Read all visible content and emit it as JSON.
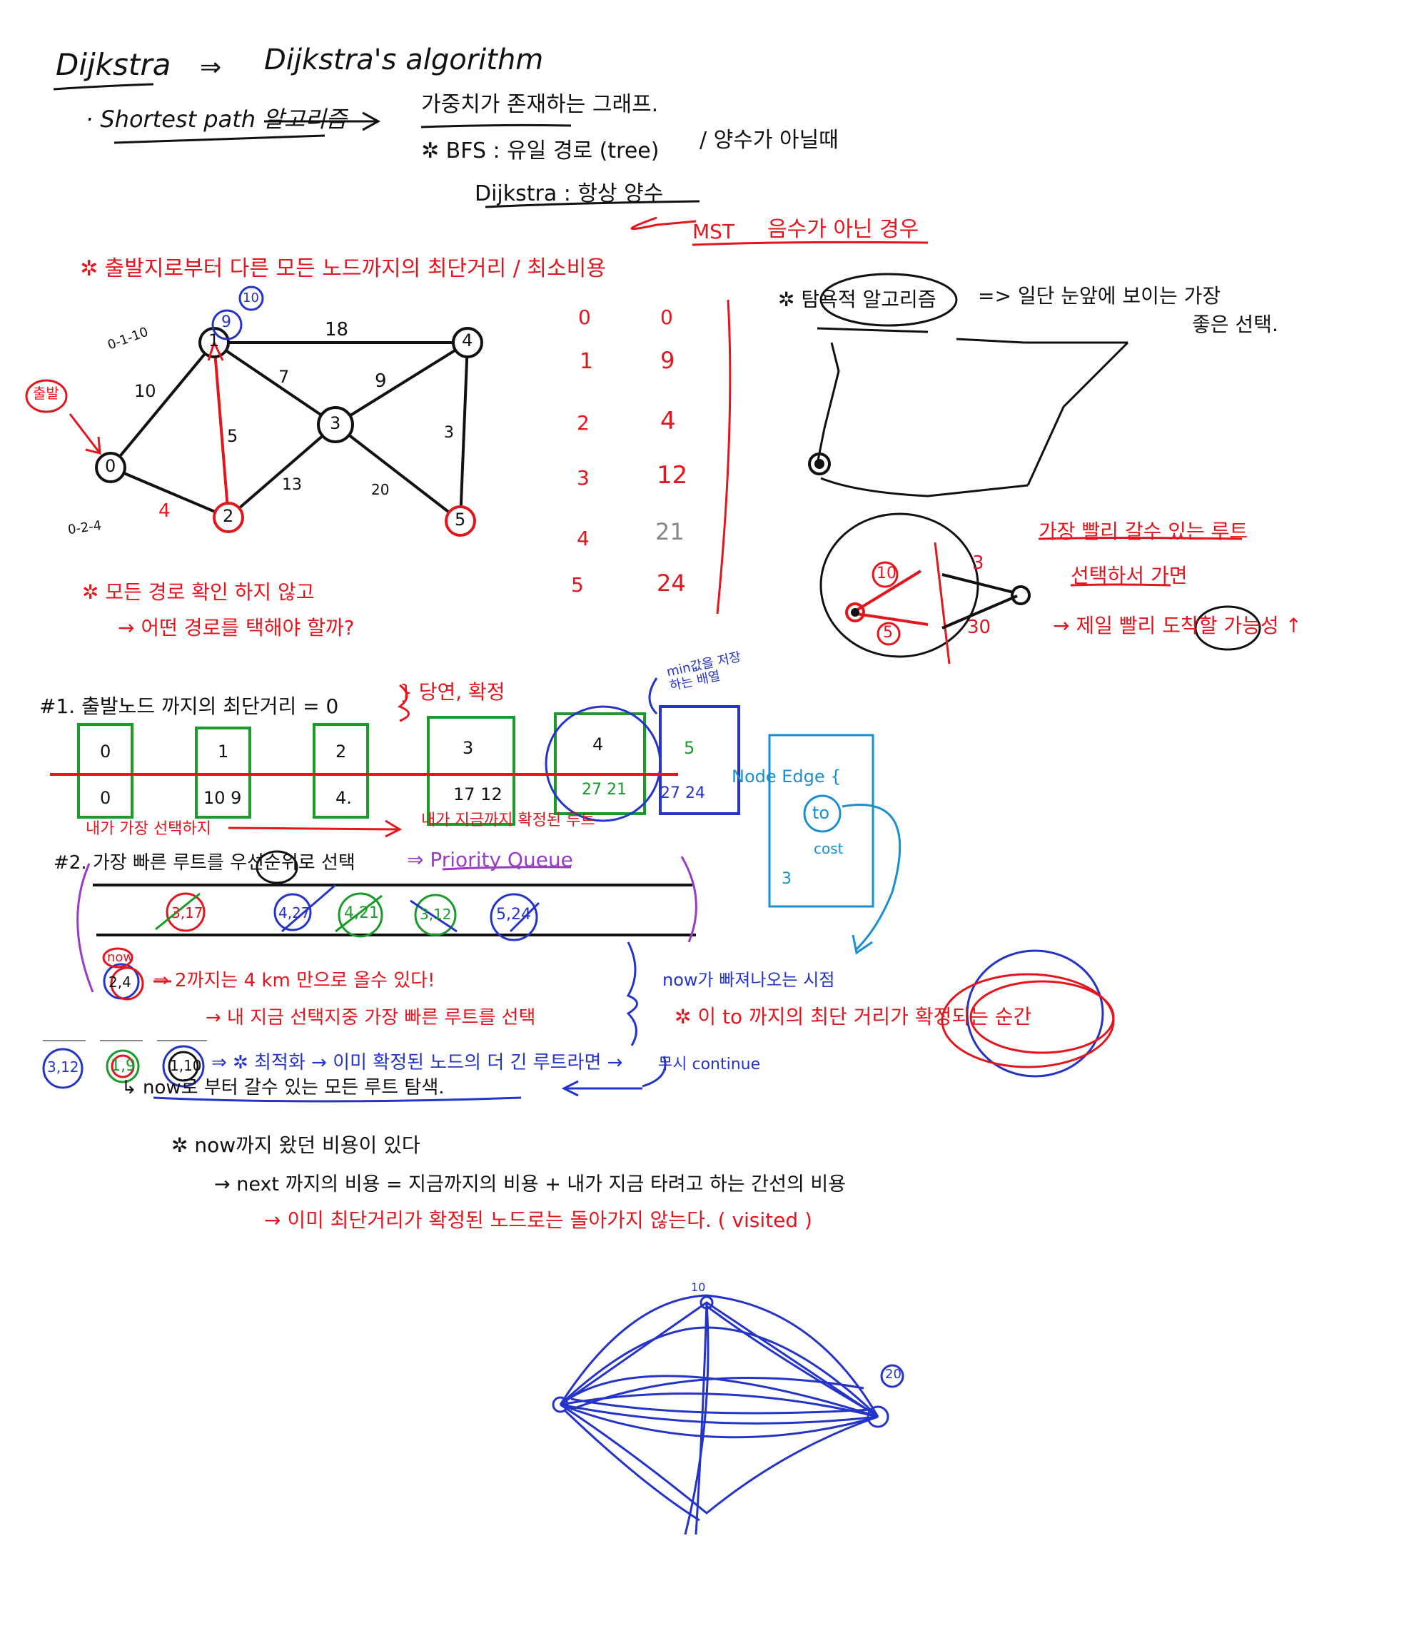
{
  "header": {
    "title": "Dijkstra",
    "arrow": "⇒",
    "subtitle": "Dijkstra's algorithm",
    "line1": "· Shortest path 알고리즘",
    "line1_target": "가중치가 존재하는 그래프.",
    "bfs": "✲ BFS : 유일 경로 (tree)",
    "bfs_right": "/ 양수가 아닐때",
    "dijkstra_line": "Dijkstra : 항상 양수",
    "mst": "MST",
    "mst_note": "음수가 아닌 경우"
  },
  "section_red": {
    "title": "✲ 출발지로부터 다른 모든 노드까지의 최단거리 / 최소비용",
    "note1": "✲ 모든 경로 확인 하지 않고",
    "note2": "→ 어떤 경로를 택해야 할까?"
  },
  "graph": {
    "start_label": "출발",
    "nodes": [
      "0",
      "1",
      "2",
      "3",
      "4",
      "5"
    ],
    "edges": [
      "10",
      "5",
      "18",
      "7",
      "9",
      "13",
      "20",
      "3"
    ],
    "annotations": {
      "n1_top": "9",
      "n1_circle": "10",
      "n2_note": "4",
      "path_010": "0-1-10",
      "path_024": "0-2-4"
    }
  },
  "distances": [
    {
      "node": "0",
      "dist": "0"
    },
    {
      "node": "1",
      "dist": "9"
    },
    {
      "node": "2",
      "dist": "4"
    },
    {
      "node": "3",
      "dist": "12"
    },
    {
      "node": "4",
      "dist": "21"
    },
    {
      "node": "5",
      "dist": "24"
    }
  ],
  "greedy": {
    "label": "✲ 탐욕적 알고리즘",
    "desc1": "=> 일단 눈앞에 보이는 가장",
    "desc2": "좋은 선택.",
    "fast_note1": "가장 빨리 갈수 있는 루트",
    "fast_note2": "선택하서 가면",
    "fast_note3": "→ 제일 빨리 도착할 가능성 ↑",
    "small_graph": [
      "10",
      "3",
      "5",
      "30"
    ]
  },
  "step1": {
    "label": "#1. 출발노드 까지의 최단거리 = 0",
    "bracket_note": "} 당연, 확정",
    "boxes": [
      {
        "node": "0",
        "dist": "0"
      },
      {
        "node": "1",
        "dist": "10 9"
      },
      {
        "node": "2",
        "dist": "4."
      },
      {
        "node": "3",
        "dist": "17 12"
      },
      {
        "node": "4",
        "dist": "27 21"
      },
      {
        "node": "5",
        "dist": "27 24"
      }
    ],
    "min_note": "min값을 저장하는 배열",
    "under_note_left": "내가 가장 선택하지",
    "under_note_right": "내가 지금까지 확정된 루트"
  },
  "edge_box": {
    "title": "Node  Edge {",
    "to": "to",
    "cost": "cost",
    "end": "3"
  },
  "step2": {
    "label": "#2. 가장 빠른 루트를 우선순위로 선택",
    "pq": "⇒ Priority Queue",
    "queue_items": [
      "3,17",
      "4,27",
      "4,21",
      "3,12",
      "5,24"
    ],
    "now_label": "now",
    "now_value": "2,4",
    "now_note1": "⇒ 2까지는 4 km 만으로 올수 있다!",
    "now_note2": "→ 내 지금 선택지중 가장 빠른 루트를 선택",
    "row_items": [
      "3,12",
      "1,9",
      "1,10"
    ],
    "row_note": "⇒ ✲ 최적화 → 이미 확정된 노드의 더 긴 루트라면 →",
    "continue_note": "무시 continue",
    "now_from": "↳ now로 부터 갈수 있는 모든 루트 탐색.",
    "popped_note": "now가 빠져나오는 시점",
    "confirm_note": "✲ 이 to 까지의 최단 거리가 확정되는 순간"
  },
  "bottom_notes": {
    "n1": "✲ now까지 왔던 비용이 있다",
    "n2": "→ next 까지의 비용 = 지금까지의 비용 + 내가 지금 타려고 하는 간선의 비용",
    "n3": "→ 이미 최단거리가 확정된 노드로는 돌아가지 않는다. ( visited )"
  },
  "scribble": {
    "top": "10",
    "right": "20"
  },
  "colors": {
    "red": "#e3151d",
    "blue": "#2433c8",
    "green": "#1a9a2a",
    "purple": "#9a3bc8",
    "skyblue": "#1a8fd0",
    "black": "#111111"
  }
}
